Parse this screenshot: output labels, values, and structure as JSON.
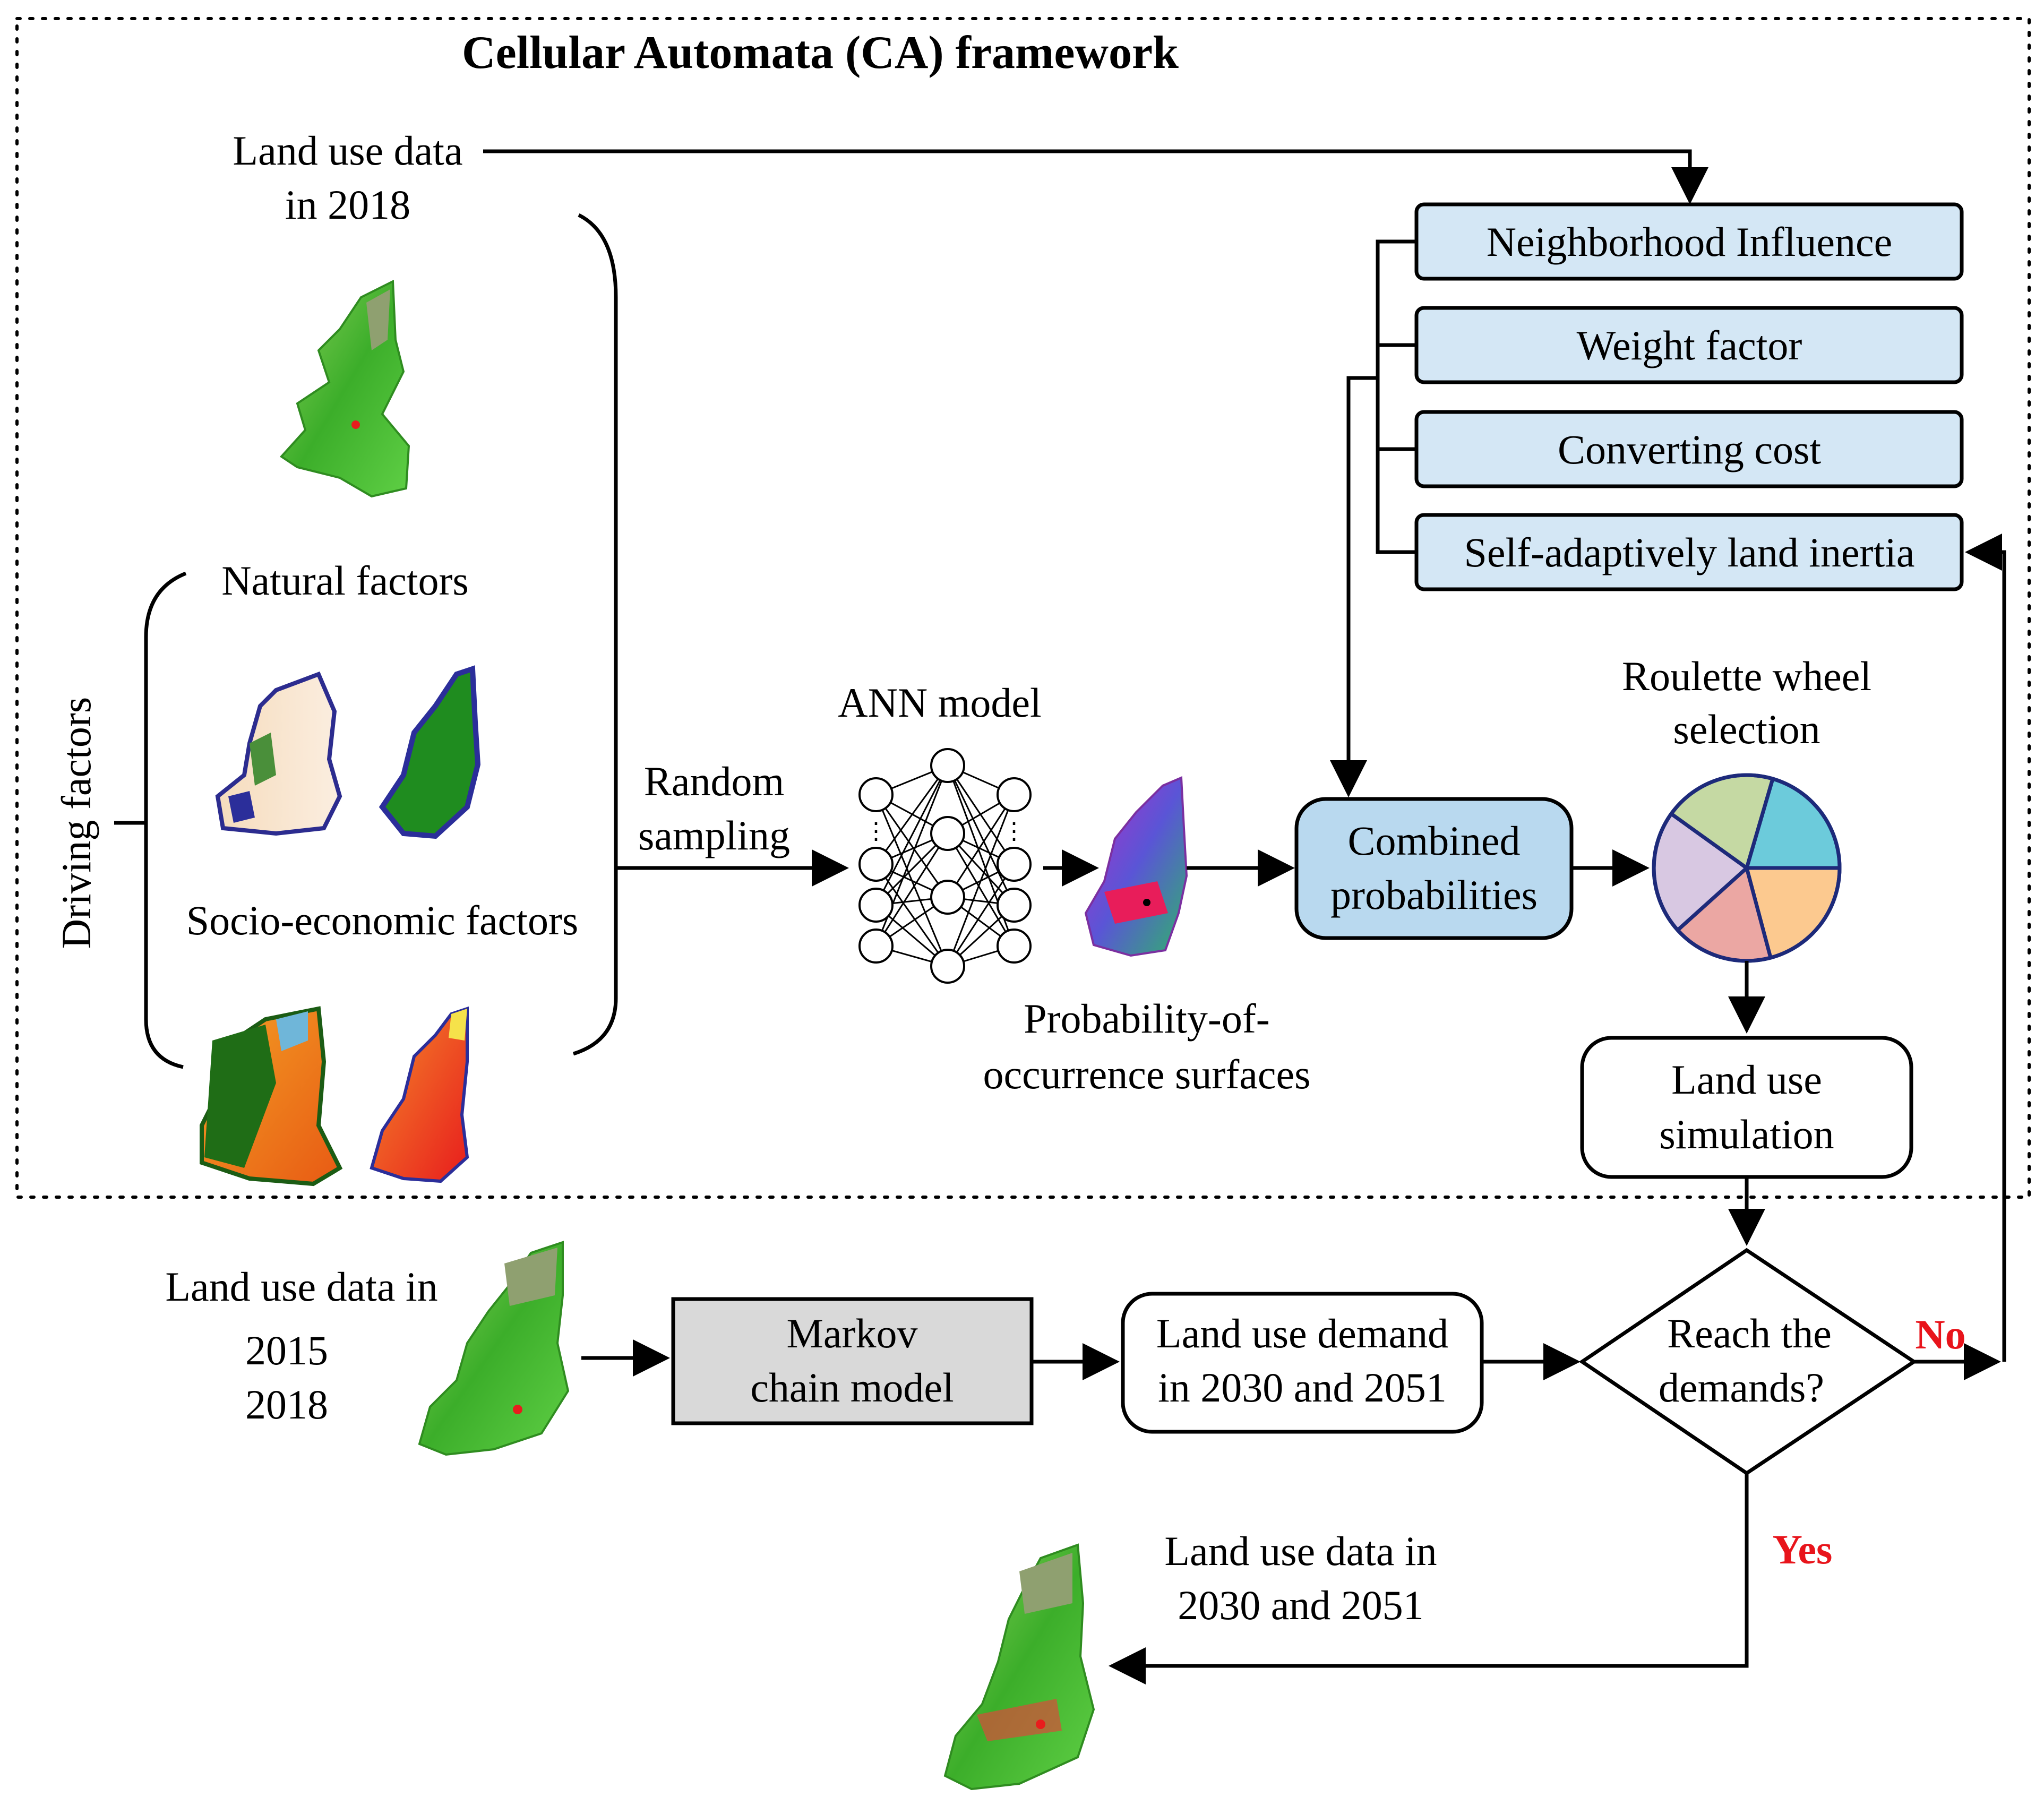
{
  "frame": {
    "title": "Cellular Automata (CA) framework"
  },
  "inputs": {
    "land_use_2018_line1": "Land use data",
    "land_use_2018_line2": "in 2018",
    "driving_factors": "Driving factors",
    "natural_factors": "Natural factors",
    "socio_economic_factors": "Socio-economic factors",
    "random_sampling_line1": "Random",
    "random_sampling_line2": "sampling"
  },
  "ann": {
    "title": "ANN model",
    "ellipsis": "⋮",
    "prob_surface_line1": "Probability-of-",
    "prob_surface_line2": "occurrence surfaces"
  },
  "factors": {
    "neighborhood": "Neighborhood Influence",
    "weight": "Weight factor",
    "cost": "Converting cost",
    "inertia": "Self-adaptively land inertia"
  },
  "combined": {
    "line1": "Combined",
    "line2": "probabilities"
  },
  "roulette": {
    "line1": "Roulette wheel",
    "line2": "selection",
    "slice_colors": [
      "#6ccbdb",
      "#fcc98f",
      "#eba7a3",
      "#d8c8e2",
      "#c5d9a3"
    ]
  },
  "simulation": {
    "line1": "Land use",
    "line2": "simulation"
  },
  "markov": {
    "input_line1": "Land use data in",
    "input_line2": "2015",
    "input_line3": "2018",
    "model_line1": "Markov",
    "model_line2": "chain model",
    "demand_line1": "Land use demand",
    "demand_line2": "in 2030 and 2051"
  },
  "decision": {
    "line1": "Reach the",
    "line2": "demands?",
    "no": "No",
    "yes": "Yes"
  },
  "output": {
    "line1": "Land use data in",
    "line2": "2030 and 2051"
  },
  "colors": {
    "factor_box": "#d4e7f5",
    "combined_box": "#b9d9ef",
    "markov_box": "#d9d9d9",
    "label_red": "#e8141b"
  }
}
